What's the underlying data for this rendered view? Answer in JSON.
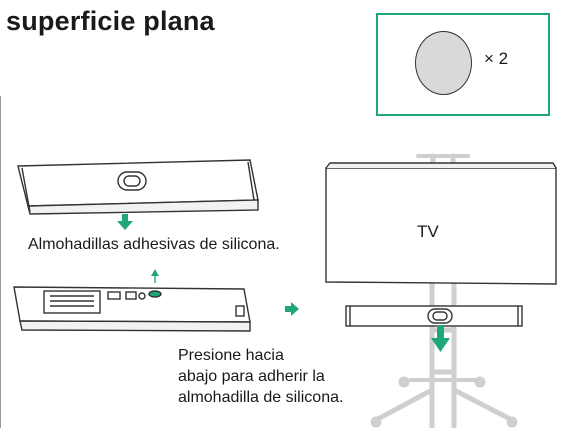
{
  "heading": "superficie plana",
  "parts": {
    "quantity": "× 2",
    "icon": "silicone-pad-icon"
  },
  "step_labels": {
    "pads": "Almohadillas adhesivas de silicona.",
    "press_line1": "Presione hacia",
    "press_line2": "abajo para adherir la",
    "press_line3": "almohadilla de silicona."
  },
  "tv": {
    "label": "TV"
  },
  "colors": {
    "accent": "#1fa67a",
    "stand": "#cfcfcf",
    "outline": "#333333"
  }
}
